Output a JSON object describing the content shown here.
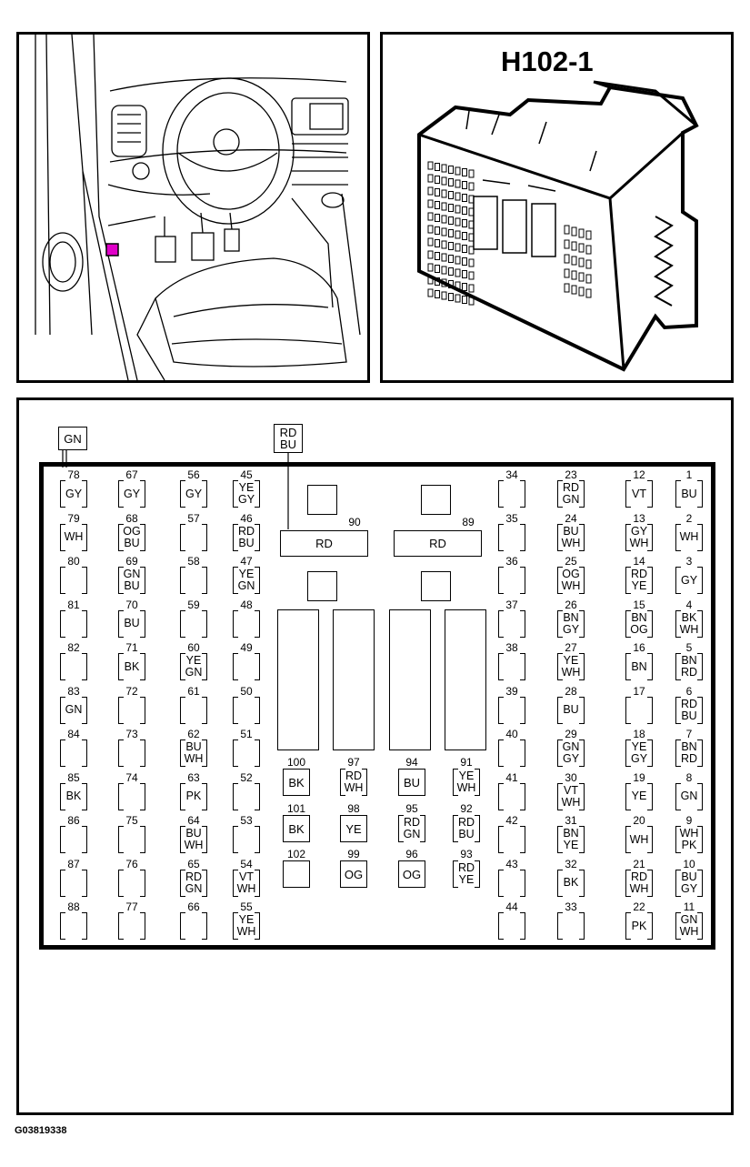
{
  "connector_title": "H102-1",
  "figure_id": "G03819338",
  "outer_labels": {
    "gn": "GN",
    "rd_bu": [
      "RD",
      "BU"
    ]
  },
  "pins": [
    {
      "n": "78",
      "w": [
        "GY"
      ]
    },
    {
      "n": "79",
      "w": [
        "WH"
      ]
    },
    {
      "n": "80",
      "w": []
    },
    {
      "n": "81",
      "w": []
    },
    {
      "n": "82",
      "w": []
    },
    {
      "n": "83",
      "w": [
        "GN"
      ]
    },
    {
      "n": "84",
      "w": []
    },
    {
      "n": "85",
      "w": [
        "BK"
      ]
    },
    {
      "n": "86",
      "w": []
    },
    {
      "n": "87",
      "w": []
    },
    {
      "n": "88",
      "w": []
    },
    {
      "n": "67",
      "w": [
        "GY"
      ]
    },
    {
      "n": "68",
      "w": [
        "OG",
        "BU"
      ]
    },
    {
      "n": "69",
      "w": [
        "GN",
        "BU"
      ]
    },
    {
      "n": "70",
      "w": [
        "BU"
      ]
    },
    {
      "n": "71",
      "w": [
        "BK"
      ]
    },
    {
      "n": "72",
      "w": []
    },
    {
      "n": "73",
      "w": []
    },
    {
      "n": "74",
      "w": []
    },
    {
      "n": "75",
      "w": []
    },
    {
      "n": "76",
      "w": []
    },
    {
      "n": "77",
      "w": []
    },
    {
      "n": "56",
      "w": [
        "GY"
      ]
    },
    {
      "n": "57",
      "w": []
    },
    {
      "n": "58",
      "w": []
    },
    {
      "n": "59",
      "w": []
    },
    {
      "n": "60",
      "w": [
        "YE",
        "GN"
      ]
    },
    {
      "n": "61",
      "w": []
    },
    {
      "n": "62",
      "w": [
        "BU",
        "WH"
      ]
    },
    {
      "n": "63",
      "w": [
        "PK"
      ]
    },
    {
      "n": "64",
      "w": [
        "BU",
        "WH"
      ]
    },
    {
      "n": "65",
      "w": [
        "RD",
        "GN"
      ]
    },
    {
      "n": "66",
      "w": []
    },
    {
      "n": "45",
      "w": [
        "YE",
        "GY"
      ]
    },
    {
      "n": "46",
      "w": [
        "RD",
        "BU"
      ]
    },
    {
      "n": "47",
      "w": [
        "YE",
        "GN"
      ]
    },
    {
      "n": "48",
      "w": []
    },
    {
      "n": "49",
      "w": []
    },
    {
      "n": "50",
      "w": []
    },
    {
      "n": "51",
      "w": []
    },
    {
      "n": "52",
      "w": []
    },
    {
      "n": "53",
      "w": []
    },
    {
      "n": "54",
      "w": [
        "VT",
        "WH"
      ]
    },
    {
      "n": "55",
      "w": [
        "YE",
        "WH"
      ]
    },
    {
      "n": "34",
      "w": []
    },
    {
      "n": "35",
      "w": []
    },
    {
      "n": "36",
      "w": []
    },
    {
      "n": "37",
      "w": []
    },
    {
      "n": "38",
      "w": []
    },
    {
      "n": "39",
      "w": []
    },
    {
      "n": "40",
      "w": []
    },
    {
      "n": "41",
      "w": []
    },
    {
      "n": "42",
      "w": []
    },
    {
      "n": "43",
      "w": []
    },
    {
      "n": "44",
      "w": []
    },
    {
      "n": "23",
      "w": [
        "RD",
        "GN"
      ]
    },
    {
      "n": "24",
      "w": [
        "BU",
        "WH"
      ]
    },
    {
      "n": "25",
      "w": [
        "OG",
        "WH"
      ]
    },
    {
      "n": "26",
      "w": [
        "BN",
        "GY"
      ]
    },
    {
      "n": "27",
      "w": [
        "YE",
        "WH"
      ]
    },
    {
      "n": "28",
      "w": [
        "BU"
      ]
    },
    {
      "n": "29",
      "w": [
        "GN",
        "GY"
      ]
    },
    {
      "n": "30",
      "w": [
        "VT",
        "WH"
      ]
    },
    {
      "n": "31",
      "w": [
        "BN",
        "YE"
      ]
    },
    {
      "n": "32",
      "w": [
        "BK"
      ]
    },
    {
      "n": "33",
      "w": []
    },
    {
      "n": "12",
      "w": [
        "VT"
      ]
    },
    {
      "n": "13",
      "w": [
        "GY",
        "WH"
      ]
    },
    {
      "n": "14",
      "w": [
        "RD",
        "YE"
      ]
    },
    {
      "n": "15",
      "w": [
        "BN",
        "OG"
      ]
    },
    {
      "n": "16",
      "w": [
        "BN"
      ]
    },
    {
      "n": "17",
      "w": []
    },
    {
      "n": "18",
      "w": [
        "YE",
        "GY"
      ]
    },
    {
      "n": "19",
      "w": [
        "YE"
      ]
    },
    {
      "n": "20",
      "w": [
        "WH"
      ]
    },
    {
      "n": "21",
      "w": [
        "RD",
        "WH"
      ]
    },
    {
      "n": "22",
      "w": [
        "PK"
      ]
    },
    {
      "n": "1",
      "w": [
        "BU"
      ]
    },
    {
      "n": "2",
      "w": [
        "WH"
      ]
    },
    {
      "n": "3",
      "w": [
        "GY"
      ]
    },
    {
      "n": "4",
      "w": [
        "BK",
        "WH"
      ]
    },
    {
      "n": "5",
      "w": [
        "BN",
        "RD"
      ]
    },
    {
      "n": "6",
      "w": [
        "RD",
        "BU"
      ]
    },
    {
      "n": "7",
      "w": [
        "BN",
        "RD"
      ]
    },
    {
      "n": "8",
      "w": [
        "GN"
      ]
    },
    {
      "n": "9",
      "w": [
        "WH",
        "PK"
      ]
    },
    {
      "n": "10",
      "w": [
        "BU",
        "GY"
      ]
    },
    {
      "n": "11",
      "w": [
        "GN",
        "WH"
      ]
    }
  ],
  "power_pins": [
    {
      "n": "90",
      "w": "RD"
    },
    {
      "n": "89",
      "w": "RD"
    }
  ],
  "center_pins": [
    {
      "n": "100",
      "w": [
        "BK"
      ]
    },
    {
      "n": "97",
      "w": [
        "RD",
        "WH"
      ]
    },
    {
      "n": "94",
      "w": [
        "BU"
      ]
    },
    {
      "n": "91",
      "w": [
        "YE",
        "WH"
      ]
    },
    {
      "n": "101",
      "w": [
        "BK"
      ]
    },
    {
      "n": "98",
      "w": [
        "YE"
      ]
    },
    {
      "n": "95",
      "w": [
        "RD",
        "GN"
      ]
    },
    {
      "n": "92",
      "w": [
        "RD",
        "BU"
      ]
    },
    {
      "n": "102",
      "w": []
    },
    {
      "n": "99",
      "w": [
        "OG"
      ]
    },
    {
      "n": "96",
      "w": [
        "OG"
      ]
    },
    {
      "n": "93",
      "w": [
        "RD",
        "YE"
      ]
    }
  ]
}
